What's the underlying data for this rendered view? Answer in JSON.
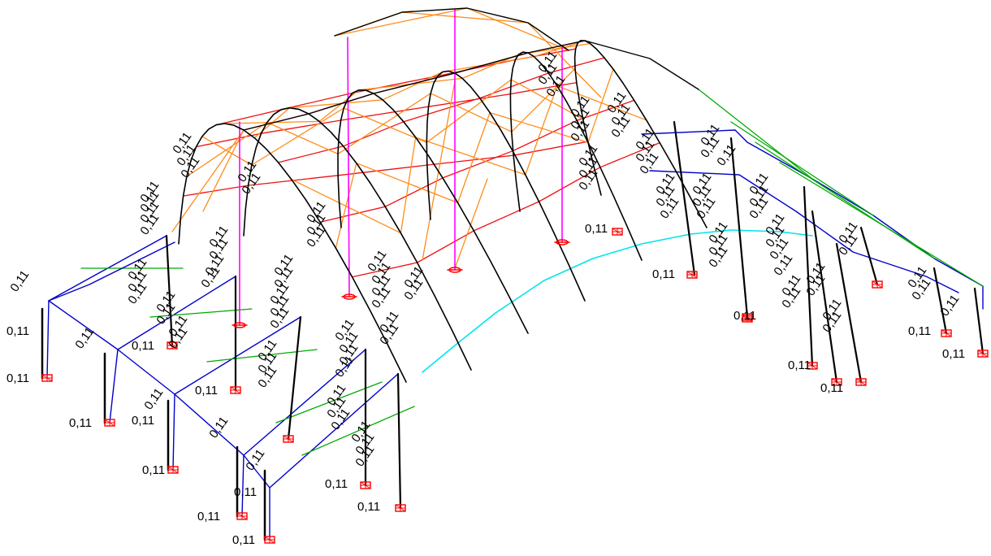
{
  "model": {
    "label": "0,11",
    "colors": {
      "arch": "#000000",
      "purlin": "#ee1111",
      "bracing": "#ff8c1a",
      "hanger": "#ff00ff",
      "canopy_beam": "#00aa00",
      "canopy_edge": "#0000cc",
      "edge_curve": "#00e5ee",
      "support": "#ff0000",
      "member_detail": "#000000"
    },
    "layers": [
      "arches",
      "purlins",
      "bracing",
      "hangers",
      "canopy-beams",
      "canopy-edges",
      "edge-curve",
      "supports",
      "member-labels"
    ]
  }
}
